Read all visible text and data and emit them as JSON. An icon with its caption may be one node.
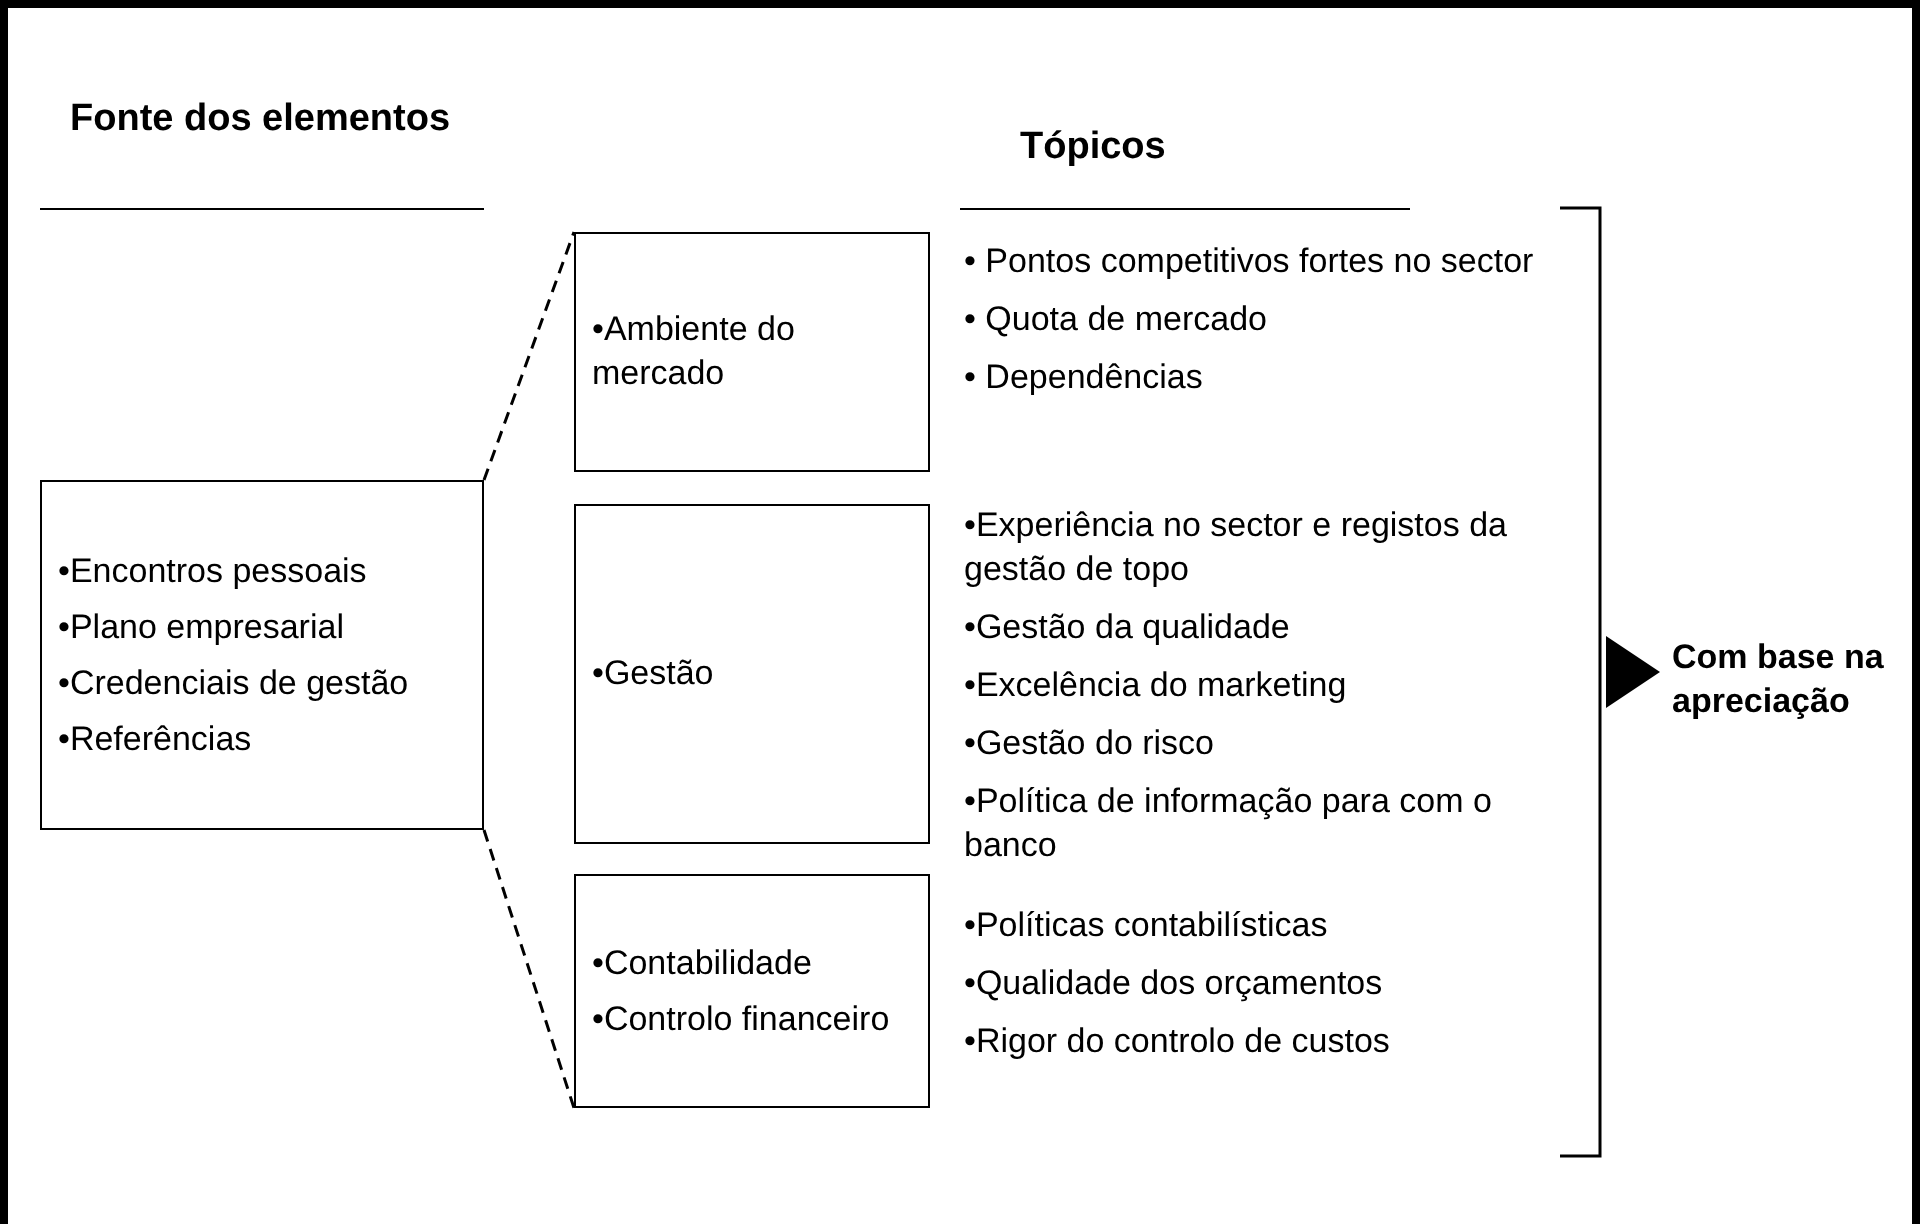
{
  "diagram": {
    "nodes": [
      {
        "text": [
          "•Encontros pessoais",
          "•Plano empresarial",
          "•Credenciais de gestão",
          "•Referências"
        ]
      },
      {
        "text": [
          "•Ambiente do mercado"
        ],
        "beside": [
          "• Pontos competitivos fortes no sector",
          "• Quota de mercado",
          "• Dependências"
        ]
      },
      {
        "text": [
          "•Gestão"
        ],
        "beside": [
          "•Experiência no sector e registos da gestão de topo",
          "•Gestão da qualidade",
          "•Excelência do marketing",
          "•Gestão do risco",
          "•Política de informação para com o banco"
        ]
      },
      {
        "text": [
          "•Contabilidade",
          "•Controlo financeiro"
        ],
        "beside": [
          "•Políticas contabilísticas",
          "•Qualidade dos orçamentos",
          "•Rigor do controlo de custos"
        ]
      }
    ],
    "edges": [
      {
        "from": 0,
        "to": 1,
        "arrow": "none",
        "style": "dashed"
      },
      {
        "from": 0,
        "to": 3,
        "arrow": "none",
        "style": "dashed"
      }
    ],
    "labels": [
      "Fonte dos elementos",
      "Tópicos",
      "Com base na apreciação"
    ]
  }
}
